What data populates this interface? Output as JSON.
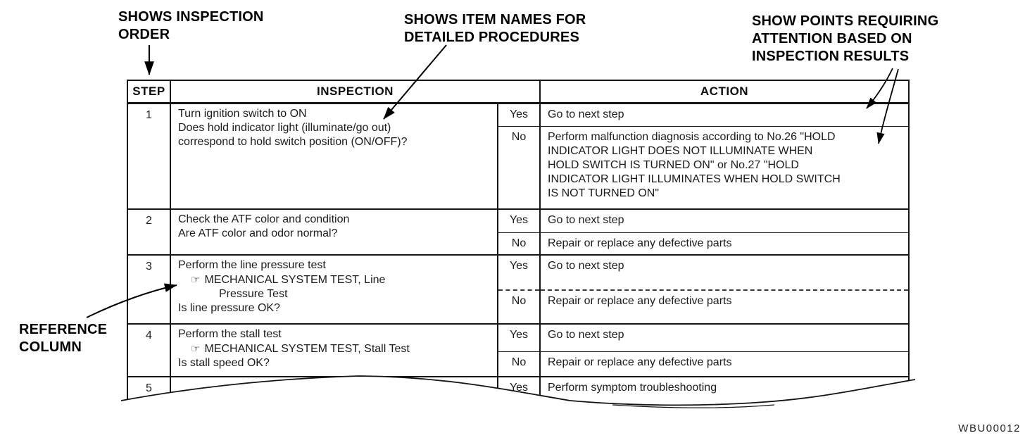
{
  "annotations": {
    "inspection_order": "SHOWS INSPECTION\nORDER",
    "item_names": "SHOWS ITEM NAMES FOR\nDETAILED PROCEDURES",
    "attention_points": "SHOW POINTS REQUIRING\nATTENTION BASED ON\nINSPECTION RESULTS",
    "reference_column": "REFERENCE\nCOLUMN"
  },
  "table": {
    "headers": {
      "step": "STEP",
      "inspection": "INSPECTION",
      "action": "ACTION"
    },
    "rows": [
      {
        "step": "1",
        "inspection_lines": [
          {
            "text": "Turn ignition switch to ON"
          },
          {
            "text": "Does hold indicator light (illuminate/go out)"
          },
          {
            "text": "correspond to hold switch position (ON/OFF)?"
          }
        ],
        "results": [
          {
            "verdict": "Yes",
            "action": "Go to next step"
          },
          {
            "verdict": "No",
            "action": "Perform malfunction diagnosis according to No.26 \"HOLD\nINDICATOR LIGHT DOES NOT ILLUMINATE WHEN\nHOLD SWITCH IS TURNED ON\" or No.27 \"HOLD\nINDICATOR LIGHT ILLUMINATES WHEN HOLD SWITCH\nIS NOT TURNED ON\""
          }
        ]
      },
      {
        "step": "2",
        "inspection_lines": [
          {
            "text": "Check the ATF color and condition"
          },
          {
            "text": "Are ATF color and odor normal?"
          }
        ],
        "results": [
          {
            "verdict": "Yes",
            "action": "Go to next step"
          },
          {
            "verdict": "No",
            "action": "Repair or replace any defective parts"
          }
        ]
      },
      {
        "step": "3",
        "inspection_lines": [
          {
            "text": "Perform the line pressure test"
          },
          {
            "icon": "☞",
            "text": "MECHANICAL SYSTEM TEST, Line"
          },
          {
            "text": "Pressure Test"
          },
          {
            "text": "Is line pressure OK?"
          }
        ],
        "results": [
          {
            "verdict": "Yes",
            "action": "Go to next step"
          },
          {
            "verdict": "No",
            "action": "Repair or replace any defective parts"
          }
        ]
      },
      {
        "step": "4",
        "inspection_lines": [
          {
            "text": "Perform the stall test"
          },
          {
            "icon": "☞",
            "text": "MECHANICAL SYSTEM TEST, Stall Test"
          },
          {
            "text": "Is stall speed OK?"
          }
        ],
        "results": [
          {
            "verdict": "Yes",
            "action": "Go to next step"
          },
          {
            "verdict": "No",
            "action": "Repair or replace any defective parts"
          }
        ]
      },
      {
        "step": "5",
        "inspection_lines": [],
        "results": [
          {
            "verdict": "Yes",
            "action": "Perform symptom troubleshooting"
          }
        ]
      }
    ]
  },
  "figure_code": "WBU00012",
  "ink_color": "#161616"
}
